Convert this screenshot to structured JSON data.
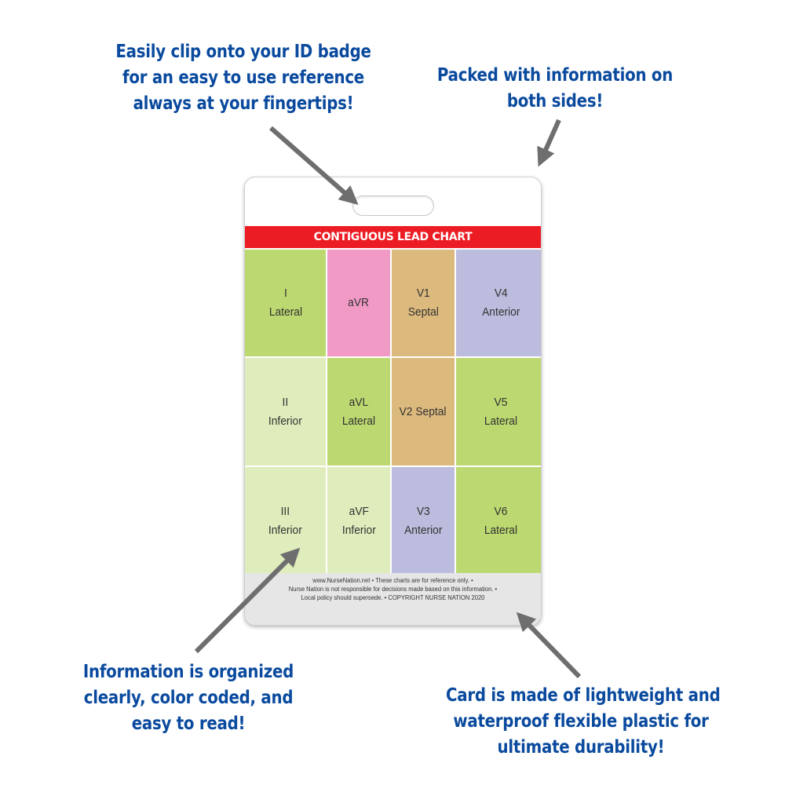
{
  "callouts": {
    "top_left": [
      "Easily clip onto your ID badge",
      "for an easy to use reference",
      "always at your fingertips!"
    ],
    "top_right": [
      "Packed with information on",
      "both sides!"
    ],
    "bottom_left": [
      "Information is organized",
      "clearly, color coded, and",
      "easy to read!"
    ],
    "bottom_right": [
      "Card is made of lightweight and",
      "waterproof flexible plastic for",
      "ultimate durability!"
    ]
  },
  "card": {
    "title": "CONTIGUOUS LEAD CHART",
    "cells": [
      {
        "lines": [
          "I",
          "Lateral"
        ],
        "color": "#bcd870"
      },
      {
        "lines": [
          "aVR"
        ],
        "color": "#f29ac6"
      },
      {
        "lines": [
          "V1",
          "Septal"
        ],
        "color": "#dcb97d"
      },
      {
        "lines": [
          "V4",
          "Anterior"
        ],
        "color": "#bcbcde"
      },
      {
        "lines": [
          "II",
          "Inferior"
        ],
        "color": "#dfecbb"
      },
      {
        "lines": [
          "aVL",
          "Lateral"
        ],
        "color": "#bcd870"
      },
      {
        "lines": [
          "V2 Septal"
        ],
        "color": "#dcb97d"
      },
      {
        "lines": [
          "V5",
          "Lateral"
        ],
        "color": "#bcd870"
      },
      {
        "lines": [
          "III",
          "Inferior"
        ],
        "color": "#dfecbb"
      },
      {
        "lines": [
          "aVF",
          "Inferior"
        ],
        "color": "#dfecbb"
      },
      {
        "lines": [
          "V3",
          "Anterior"
        ],
        "color": "#bcbcde"
      },
      {
        "lines": [
          "V6",
          "Lateral"
        ],
        "color": "#bcd870"
      }
    ],
    "footer": [
      "www.NurseNation.net • These charts are for reference only. •",
      "Nurse Nation is not responsible for decisions made based on this information. •",
      "Local policy should supersede. • COPYRIGHT NURSE NATION 2020"
    ]
  },
  "colors": {
    "callout_text": "#0a4a9e",
    "title_bar": "#ec1c24",
    "arrow": "#6e6e6e",
    "footer_bg": "#e6e6e6"
  }
}
